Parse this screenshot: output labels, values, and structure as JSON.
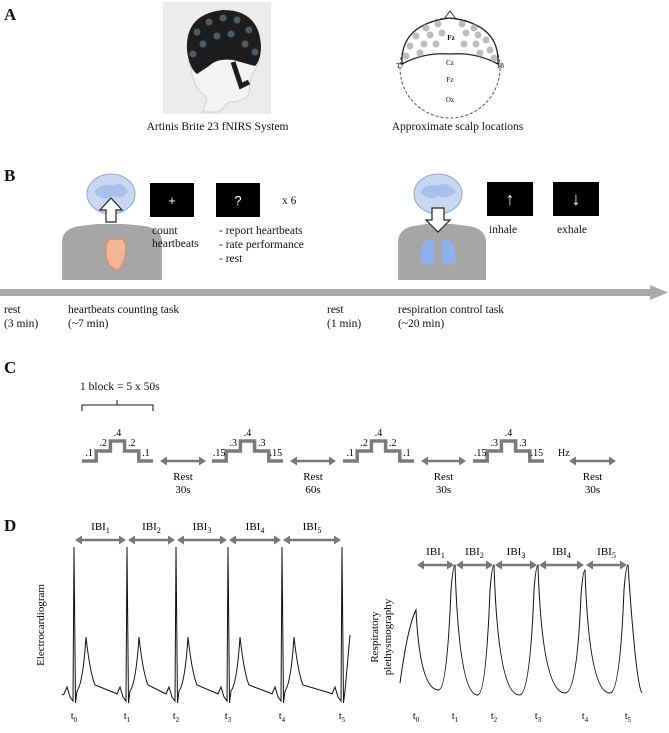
{
  "panels": {
    "a": "A",
    "b": "B",
    "c": "C",
    "d": "D"
  },
  "panel_a": {
    "device_caption": "Artinis Brite 23 fNIRS System",
    "scalp_caption": "Approximate scalp locations",
    "scalp_labels": [
      "Fz",
      "Cz",
      "Fz",
      "Oz",
      "T7",
      "T8"
    ]
  },
  "panel_b": {
    "fixation_symbol": "+",
    "question_symbol": "?",
    "repeat_label": "x 6",
    "count_label_line1": "count",
    "count_label_line2": "heartbeats",
    "report_items": [
      "- report heartbeats",
      "- rate performance",
      "- rest"
    ],
    "inhale_label": "inhale",
    "exhale_label": "exhale",
    "up_arrow": "↑",
    "down_arrow": "↓",
    "timeline": {
      "rest1_line1": "rest",
      "rest1_line2": "(3 min)",
      "task1_line1": "heartbeats counting task",
      "task1_line2": "(~7 min)",
      "rest2_line1": "rest",
      "rest2_line2": "(1 min)",
      "task2_line1": "respiration control task",
      "task2_line2": "(~20 min)"
    }
  },
  "panel_c": {
    "block_label": "1 block = 5 x 50s",
    "blocks": [
      {
        "levels": [
          ".1",
          ".2",
          ".4",
          ".2",
          ".1"
        ]
      },
      {
        "levels": [
          ".15",
          ".3",
          ".4",
          ".3",
          ".15"
        ]
      },
      {
        "levels": [
          ".1",
          ".2",
          ".4",
          ".2",
          ".1"
        ]
      },
      {
        "levels": [
          ".15",
          ".3",
          ".4",
          ".3",
          ".15"
        ]
      }
    ],
    "unit": "Hz",
    "rests": [
      {
        "label": "Rest",
        "duration": "30s"
      },
      {
        "label": "Rest",
        "duration": "60s"
      },
      {
        "label": "Rest",
        "duration": "30s"
      },
      {
        "label": "Rest",
        "duration": "30s"
      }
    ]
  },
  "panel_d": {
    "ecg_ylabel": "Electrocardiogram",
    "resp_ylabel_line1": "Respiratory",
    "resp_ylabel_line2": "plethysmography",
    "ibi_base": "IBI",
    "ibi_subs": [
      "1",
      "2",
      "3",
      "4",
      "5"
    ],
    "t_base": "t",
    "t_subs": [
      "0",
      "1",
      "2",
      "3",
      "4",
      "5"
    ]
  }
}
